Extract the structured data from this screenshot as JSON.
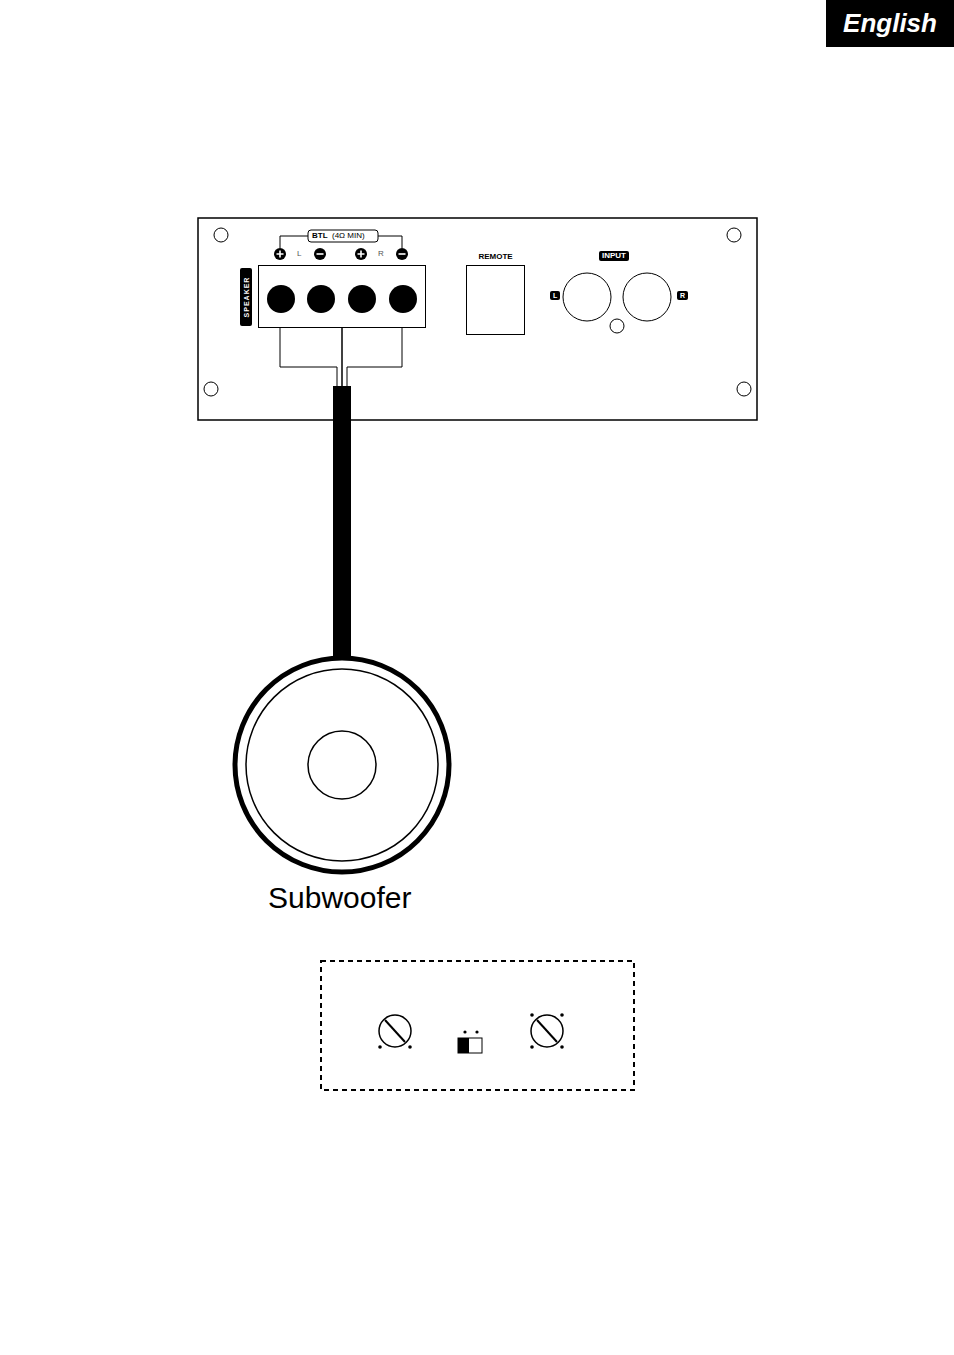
{
  "diagram": {
    "nodes": [
      {
        "text": [
          "English"
        ]
      },
      {
        "text": [
          "SPEAKER"
        ]
      },
      {
        "text": [
          "REMOTE"
        ]
      },
      {
        "text": [
          "Subwoofer"
        ]
      }
    ],
    "edges": [
      {
        "from": 1,
        "to": 3,
        "arrow": "none"
      }
    ],
    "labels": [
      "BTL",
      "(4Ω MIN)",
      "L",
      "R",
      "INPUT",
      "L",
      "R"
    ]
  }
}
